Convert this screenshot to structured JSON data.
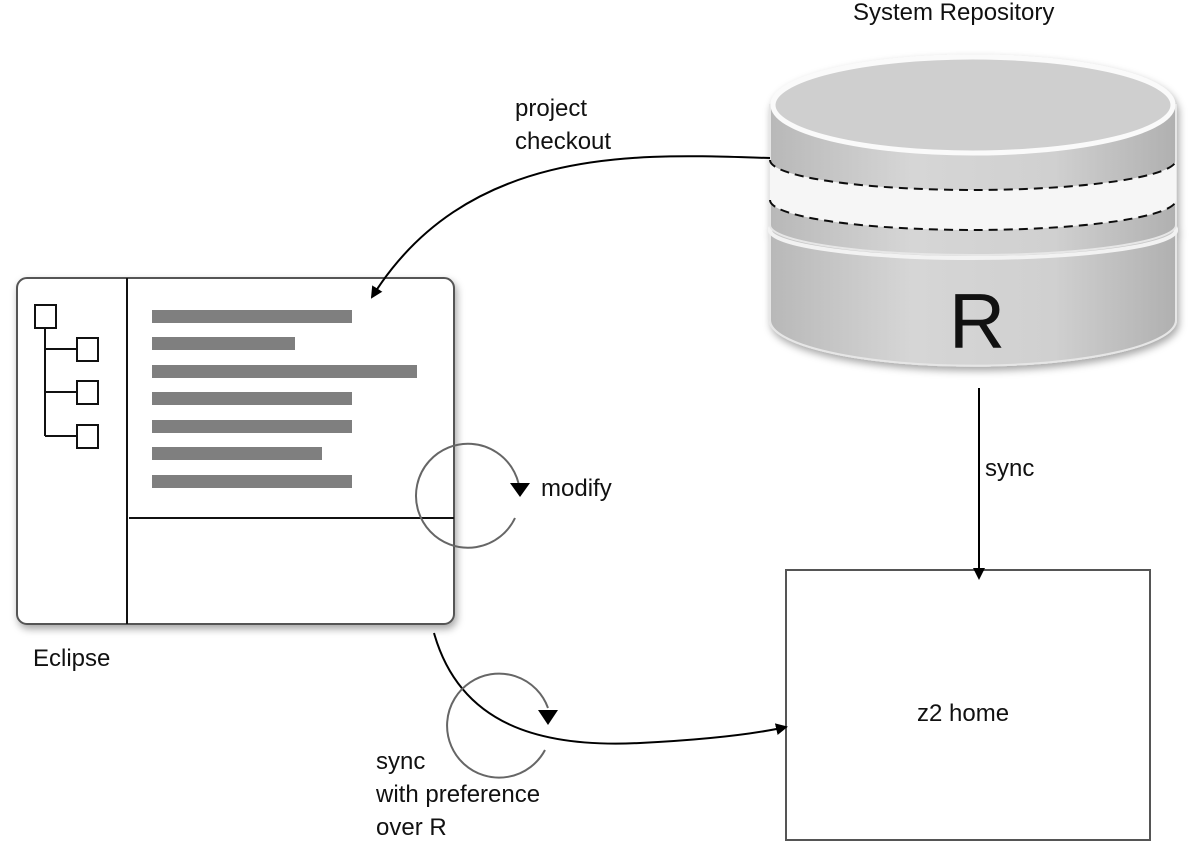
{
  "repository": {
    "title": "System Repository",
    "letter": "R"
  },
  "eclipse": {
    "label": "Eclipse"
  },
  "z2": {
    "label": "z2 home"
  },
  "edges": {
    "project_checkout": [
      "project",
      "checkout"
    ],
    "modify": "modify",
    "sync_repo": "sync",
    "sync_pref": [
      "sync",
      "with preference",
      "over R"
    ]
  }
}
